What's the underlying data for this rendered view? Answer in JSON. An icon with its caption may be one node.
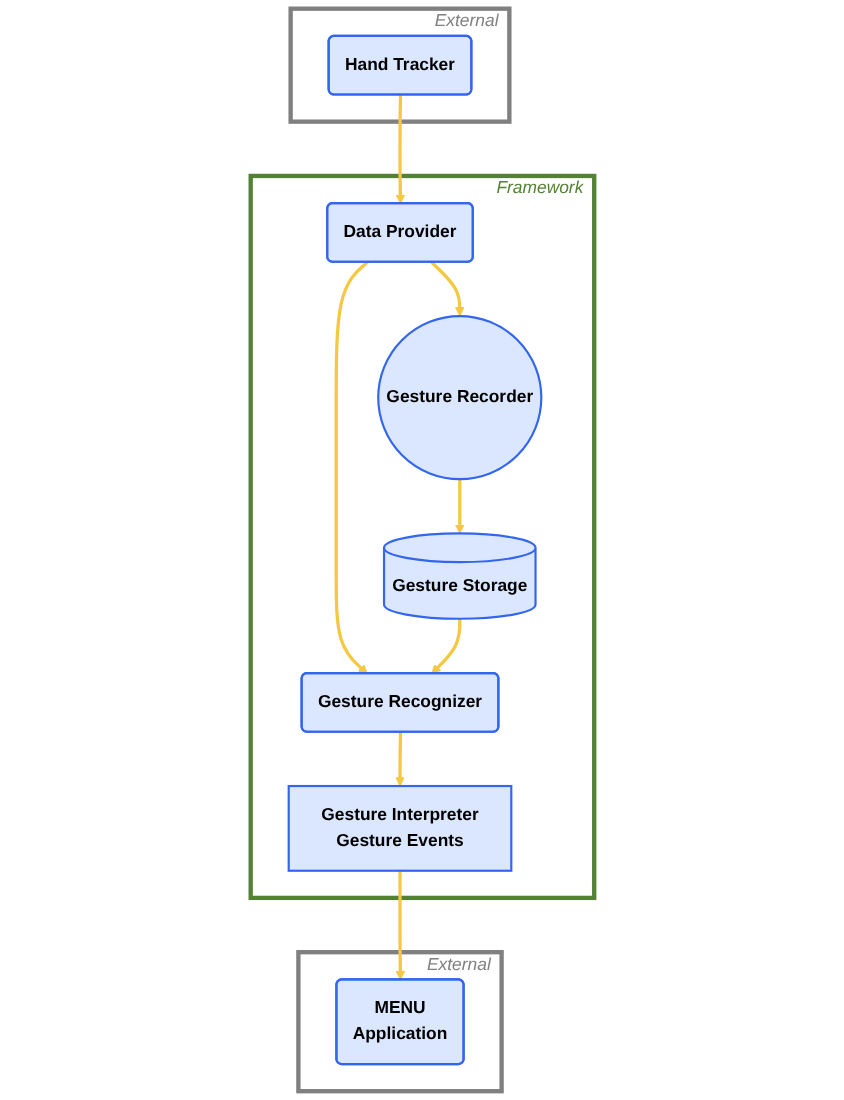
{
  "diagram": {
    "nodes": [
      {
        "text": [
          "External"
        ]
      },
      {
        "text": [
          "Hand Tracker"
        ],
        "in": 0
      },
      {
        "text": [
          "Framework"
        ]
      },
      {
        "text": [
          "Data Provider"
        ],
        "in": 2
      },
      {
        "text": [
          "Gesture Recorder"
        ],
        "in": 2
      },
      {
        "text": [
          "Gesture Storage"
        ],
        "in": 2
      },
      {
        "text": [
          "Gesture Recognizer"
        ],
        "in": 2
      },
      {
        "text": [
          "Gesture Interpreter",
          "Gesture Events"
        ],
        "in": 2
      },
      {
        "text": [
          "External"
        ]
      },
      {
        "text": [
          "MENU",
          "Application"
        ],
        "in": 8
      }
    ],
    "edges": [
      {
        "from": 1,
        "to": 3,
        "arrow": "to"
      },
      {
        "from": 3,
        "to": 4,
        "arrow": "to"
      },
      {
        "from": 3,
        "to": 6,
        "arrow": "to"
      },
      {
        "from": 4,
        "to": 5,
        "arrow": "to"
      },
      {
        "from": 5,
        "to": 6,
        "arrow": "to"
      },
      {
        "from": 6,
        "to": 7,
        "arrow": "to"
      },
      {
        "from": 7,
        "to": 9,
        "arrow": "to"
      }
    ]
  }
}
